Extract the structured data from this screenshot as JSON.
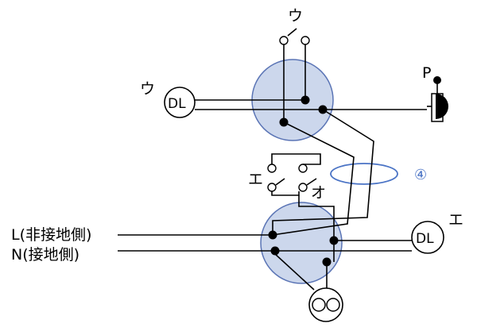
{
  "labels": {
    "top_switch": "ウ",
    "left_dl_tag": "ウ",
    "left_dl": "DL",
    "pilot": "P",
    "switch_e": "エ",
    "switch_o": "オ",
    "loop_mark": "④",
    "right_dl": "DL",
    "right_dl_tag": "エ",
    "line_l": "L(非接地側)",
    "line_n": "N(接地側)"
  },
  "colors": {
    "box_fill": "#ccd7ec",
    "box_stroke": "#5a74b5",
    "loop_stroke": "#4a73c5"
  }
}
